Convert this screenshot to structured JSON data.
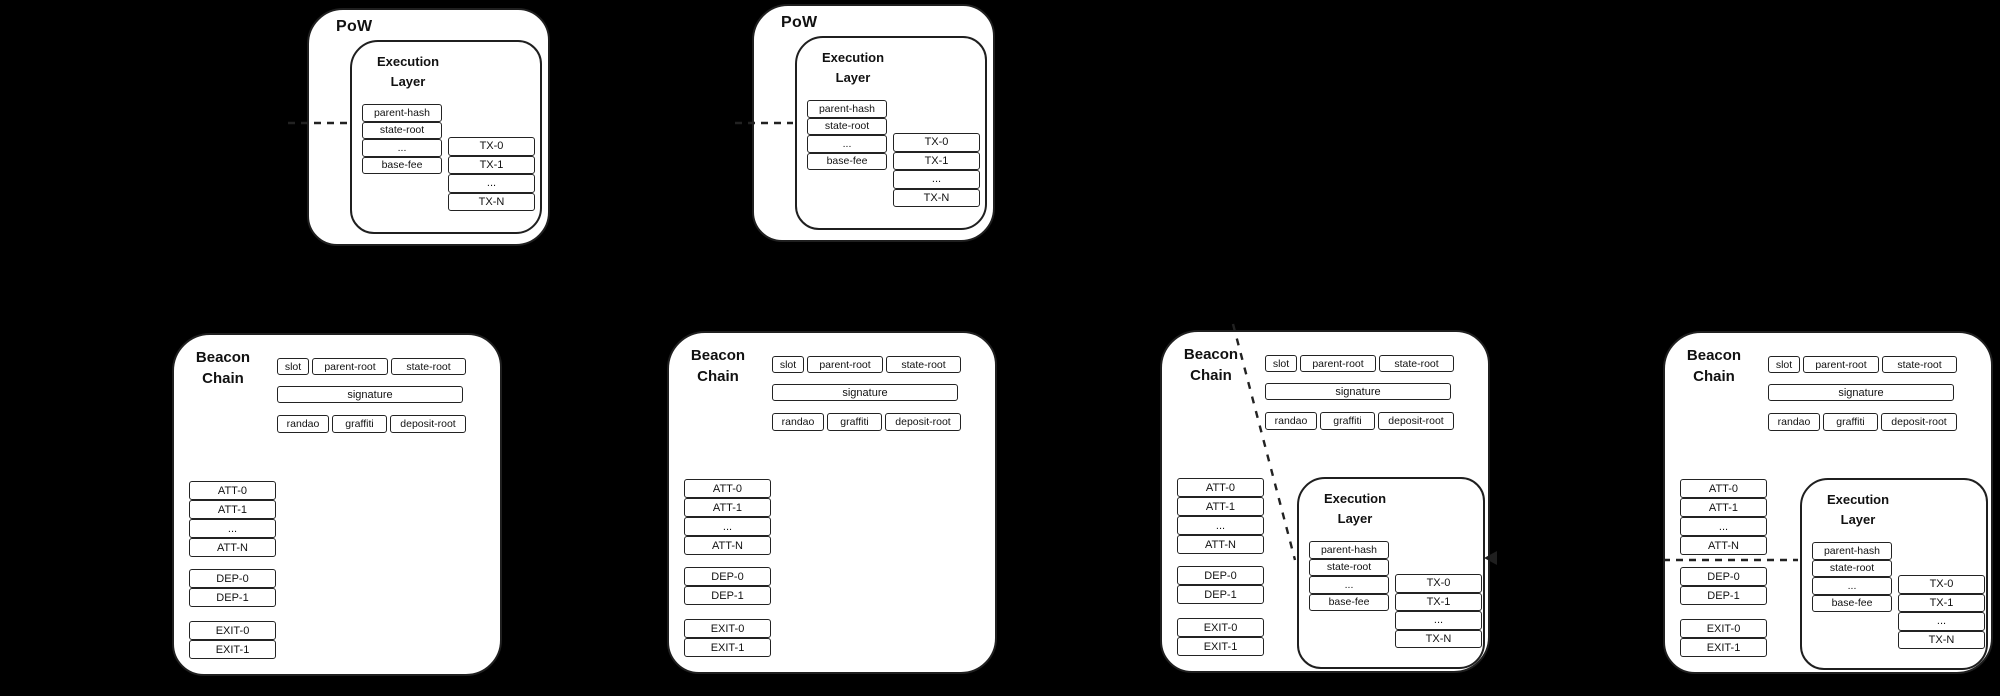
{
  "diagram": {
    "background_color": "#000000",
    "box_fill_color": "#ffffff",
    "line_color": "#1f1f1f",
    "text_color": "#111111"
  },
  "pow_blocks": [
    {
      "title": "PoW",
      "execution_layer": {
        "title": "Execution Layer",
        "header_fields": [
          "parent-hash",
          "state-root",
          "...",
          "base-fee"
        ],
        "transactions": [
          "TX-0",
          "TX-1",
          "...",
          "TX-N"
        ]
      }
    },
    {
      "title": "PoW",
      "execution_layer": {
        "title": "Execution Layer",
        "header_fields": [
          "parent-hash",
          "state-root",
          "...",
          "base-fee"
        ],
        "transactions": [
          "TX-0",
          "TX-1",
          "...",
          "TX-N"
        ]
      }
    }
  ],
  "beacon_blocks": [
    {
      "title": "Beacon Chain",
      "slot_row": [
        "slot",
        "parent-root",
        "state-root"
      ],
      "signature_label": "signature",
      "body_row": [
        "randao",
        "graffiti",
        "deposit-root"
      ],
      "attestations": [
        "ATT-0",
        "ATT-1",
        "...",
        "ATT-N"
      ],
      "deposits": [
        "DEP-0",
        "DEP-1"
      ],
      "exits": [
        "EXIT-0",
        "EXIT-1"
      ],
      "execution_layer": null
    },
    {
      "title": "Beacon Chain",
      "slot_row": [
        "slot",
        "parent-root",
        "state-root"
      ],
      "signature_label": "signature",
      "body_row": [
        "randao",
        "graffiti",
        "deposit-root"
      ],
      "attestations": [
        "ATT-0",
        "ATT-1",
        "...",
        "ATT-N"
      ],
      "deposits": [
        "DEP-0",
        "DEP-1"
      ],
      "exits": [
        "EXIT-0",
        "EXIT-1"
      ],
      "execution_layer": null
    },
    {
      "title": "Beacon Chain",
      "slot_row": [
        "slot",
        "parent-root",
        "state-root"
      ],
      "signature_label": "signature",
      "body_row": [
        "randao",
        "graffiti",
        "deposit-root"
      ],
      "attestations": [
        "ATT-0",
        "ATT-1",
        "...",
        "ATT-N"
      ],
      "deposits": [
        "DEP-0",
        "DEP-1"
      ],
      "exits": [
        "EXIT-0",
        "EXIT-1"
      ],
      "execution_layer": {
        "title": "Execution Layer",
        "header_fields": [
          "parent-hash",
          "state-root",
          "...",
          "base-fee"
        ],
        "transactions": [
          "TX-0",
          "TX-1",
          "...",
          "TX-N"
        ]
      }
    },
    {
      "title": "Beacon Chain",
      "slot_row": [
        "slot",
        "parent-root",
        "state-root"
      ],
      "signature_label": "signature",
      "body_row": [
        "randao",
        "graffiti",
        "deposit-root"
      ],
      "attestations": [
        "ATT-0",
        "ATT-1",
        "...",
        "ATT-N"
      ],
      "deposits": [
        "DEP-0",
        "DEP-1"
      ],
      "exits": [
        "EXIT-0",
        "EXIT-1"
      ],
      "execution_layer": {
        "title": "Execution Layer",
        "header_fields": [
          "parent-hash",
          "state-root",
          "...",
          "base-fee"
        ],
        "transactions": [
          "TX-0",
          "TX-1",
          "...",
          "TX-N"
        ]
      }
    }
  ]
}
